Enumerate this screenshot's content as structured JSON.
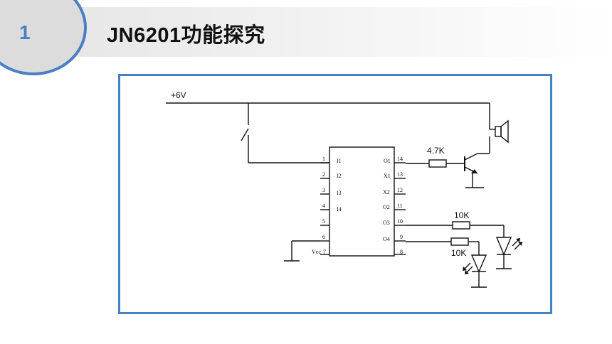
{
  "slide": {
    "number": "1",
    "title": "JN6201功能探究"
  },
  "colors": {
    "accent": "#4a7fc4",
    "header_bg": "#e4e4e4",
    "wire": "#111111"
  },
  "schematic": {
    "supply_label": "+6V",
    "resistor_transistor_label": "4.7K",
    "resistor_led1_label": "10K",
    "resistor_led2_label": "10K",
    "ic": {
      "left_pins": [
        {
          "num": "1",
          "name": "I1"
        },
        {
          "num": "2",
          "name": "I2"
        },
        {
          "num": "3",
          "name": "I3"
        },
        {
          "num": "4",
          "name": "I4"
        },
        {
          "num": "5",
          "name": ""
        },
        {
          "num": "6",
          "name": ""
        },
        {
          "num": "7",
          "name": "Vcc"
        }
      ],
      "right_pins": [
        {
          "num": "14",
          "name": "O1"
        },
        {
          "num": "13",
          "name": "X1"
        },
        {
          "num": "12",
          "name": "X2"
        },
        {
          "num": "11",
          "name": "O2"
        },
        {
          "num": "10",
          "name": "O3"
        },
        {
          "num": "9",
          "name": "O4"
        },
        {
          "num": "8",
          "name": ""
        }
      ]
    }
  }
}
